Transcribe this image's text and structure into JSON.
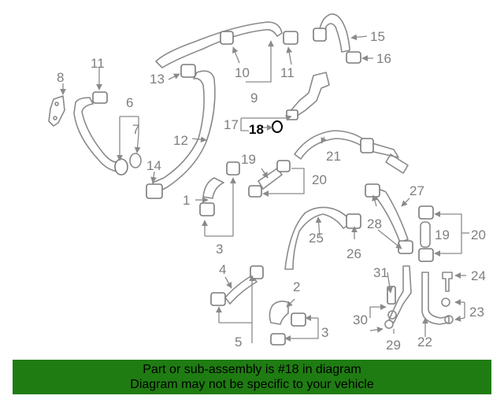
{
  "callouts": {
    "c1": "1",
    "c2": "2",
    "c3a": "3",
    "c3b": "3",
    "c4": "4",
    "c5": "5",
    "c6": "6",
    "c7": "7",
    "c8": "8",
    "c9": "9",
    "c10": "10",
    "c11a": "11",
    "c11b": "11",
    "c12": "12",
    "c13": "13",
    "c14": "14",
    "c15": "15",
    "c16": "16",
    "c17": "17",
    "c18": "18",
    "c19a": "19",
    "c19b": "19",
    "c20a": "20",
    "c20b": "20",
    "c21": "21",
    "c22": "22",
    "c23": "23",
    "c24": "24",
    "c25": "25",
    "c26": "26",
    "c27": "27",
    "c28": "28",
    "c29": "29",
    "c30": "30",
    "c31": "31"
  },
  "highlight": {
    "callout": "18",
    "color": "#000000"
  },
  "footer": {
    "line1": "Part or sub-assembly is #18 in diagram",
    "line2": "Diagram may not be specific to your vehicle",
    "background": "#1f7c12"
  }
}
